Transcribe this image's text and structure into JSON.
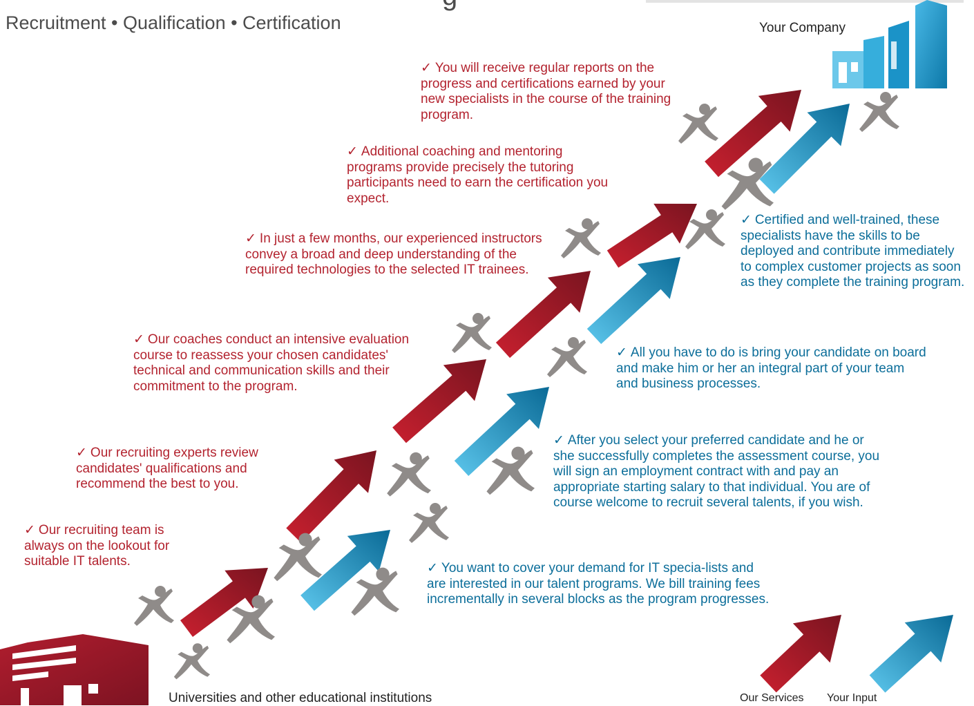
{
  "header": {
    "title_fragment": "g",
    "subtitle": "Recruitment • Qualification • Certification"
  },
  "company_label": "Your Company",
  "institutions_label": "Universities and other educational institutions",
  "legend": {
    "services": "Our Services",
    "input": "Your Input"
  },
  "check_mark": "✓",
  "colors": {
    "services": "#a51c2c",
    "input": "#0e86b6",
    "figure": "#8f8b89",
    "services_text": "#b3232f",
    "input_text": "#0c6e9a"
  },
  "services_steps": [
    "Our recruiting team is always on the lookout for suitable IT talents.",
    "Our recruiting experts review candidates' qualifications and recommend the best to you.",
    "Our coaches conduct an intensive evaluation course to reassess your chosen candidates' technical and communication skills and their commitment to the program.",
    "In just a few months, our experienced instructors convey a broad and deep understanding of the required technologies to the selected IT trainees.",
    "Additional coaching and mentoring programs provide precisely the tutoring participants need to earn the certification you expect.",
    "You will receive regular reports on the progress and certifications earned by your new specialists in the course of the training program."
  ],
  "input_steps": [
    "You want to cover your demand for IT specia-lists and are interested in our talent programs. We bill training fees incrementally in several blocks as the program progresses.",
    "After you select your preferred candidate and he or she successfully completes the assessment course, you will sign an employment contract with and pay an appropriate starting salary to that individual. You are of course welcome to recruit several talents, if you wish.",
    "All you have to do is bring your candidate on board and make him or her an integral part of your team and business processes.",
    "Certified and well-trained, these specialists have the skills to be deployed and contribute immediately to complex customer projects as soon as they complete the training program."
  ]
}
